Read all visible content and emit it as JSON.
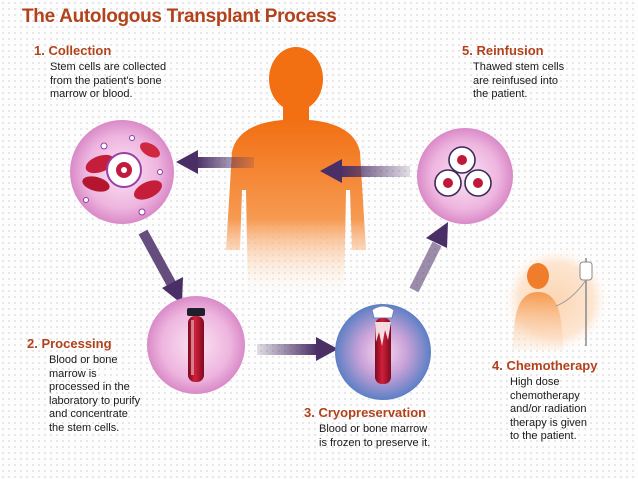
{
  "title": "The Autologous Transplant Process",
  "steps": {
    "collection": {
      "heading": "1. Collection",
      "lines": [
        "Stem cells are collected",
        "from the patient's bone",
        "marrow or blood."
      ]
    },
    "processing": {
      "heading": "2. Processing",
      "lines": [
        "Blood or bone",
        "marrow is",
        "processed in the",
        "laboratory to purify",
        "and concentrate",
        "the stem cells."
      ]
    },
    "cryopreservation": {
      "heading": "3. Cryopreservation",
      "lines": [
        "Blood or bone marrow",
        "is frozen to preserve it."
      ]
    },
    "chemotherapy": {
      "heading": "4. Chemotherapy",
      "lines": [
        "High dose",
        "chemotherapy",
        "and/or radiation",
        "therapy is given",
        "to the patient."
      ]
    },
    "reinfusion": {
      "heading": "5. Reinfusion",
      "lines": [
        "Thawed stem cells",
        "are reinfused into",
        "the patient."
      ]
    }
  },
  "colors": {
    "heading": "#b2421c",
    "body_text": "#1a1a1a",
    "figure_orange": "#f07a1e",
    "circle_pink": "#e6a6d6",
    "arrow_purple": "#4a2f66",
    "blood_red": "#b0102a"
  }
}
